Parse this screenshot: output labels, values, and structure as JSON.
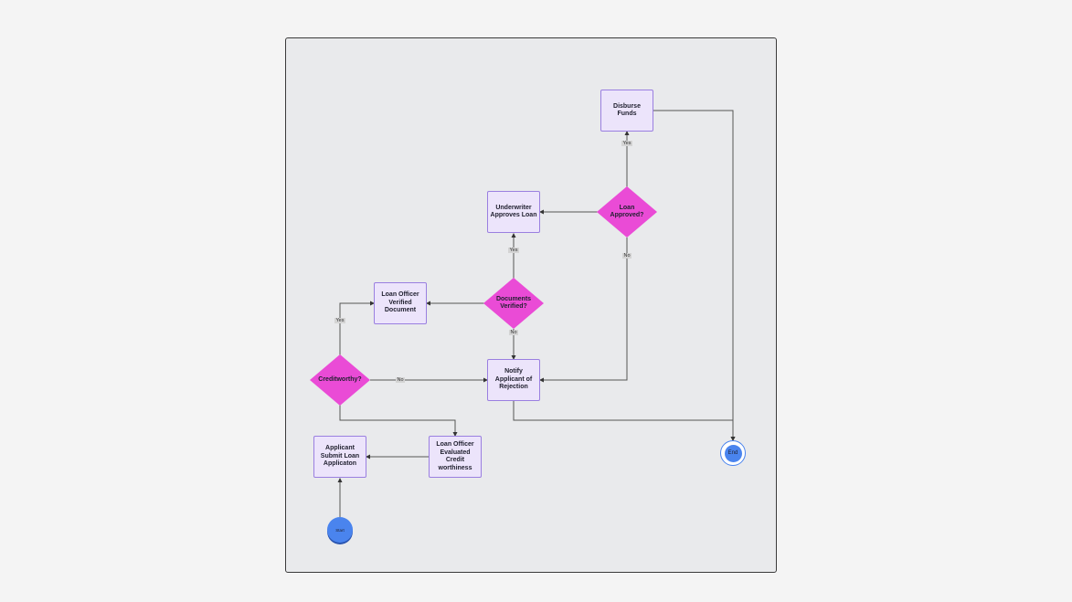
{
  "nodes": {
    "start": "Start",
    "submit": "Applicant Submit Loan Applicaton",
    "evaluate": "Loan Officer Evaluated Credit worthiness",
    "creditworthy": "Creditworthy?",
    "verified_doc": "Loan Officer Verified Document",
    "documents_verified": "Documents Verified?",
    "rejection": "Notify Applicant of Rejection",
    "underwriter": "Underwriter Approves Loan",
    "loan_approved": "Loan Approved?",
    "disburse": "Disburse Funds",
    "end": "End"
  },
  "edge_labels": {
    "credit_yes": "Yes",
    "credit_no": "No",
    "docs_yes": "Yes",
    "docs_no": "No",
    "approved_yes": "Yes",
    "approved_no": "No"
  },
  "colors": {
    "process_fill": "#ece4fb",
    "process_border": "#9a7fe0",
    "decision_fill": "#ea4bd6",
    "terminal_fill": "#4a84ee",
    "edge": "#555555"
  }
}
